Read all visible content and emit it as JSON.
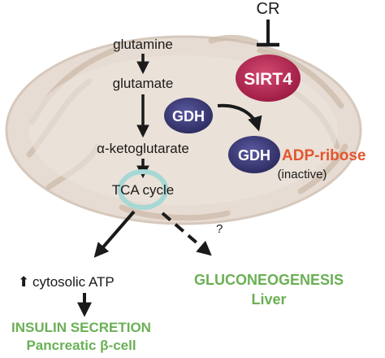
{
  "diagram": {
    "regulator": "CR",
    "enzyme_sirt": "SIRT4",
    "enzyme_gdh": "GDH",
    "pathway": {
      "step1": "glutamine",
      "step2": "glutamate",
      "step3": "α-ketoglutarate",
      "step4": "TCA cycle"
    },
    "modified_enzyme": {
      "gdh": "GDH",
      "modification": "ADP-ribose",
      "state": "(inactive)"
    },
    "question_mark": "?",
    "outcome_left": {
      "arrow_symbol": "⬆",
      "text": "cytosolic ATP",
      "result": "INSULIN SECRETION",
      "tissue": "Pancreatic β-cell"
    },
    "outcome_right": {
      "result": "GLUCONEOGENESIS",
      "tissue": "Liver"
    }
  },
  "colors": {
    "sirt4": "#b0234f",
    "gdh": "#3b3a78",
    "adp_ribose": "#e3562f",
    "outcome_green": "#6ab055",
    "tca_ring": "#a6d8d4",
    "mito_body": "#e7dcd3",
    "mito_crista": "#c9b7a6"
  }
}
